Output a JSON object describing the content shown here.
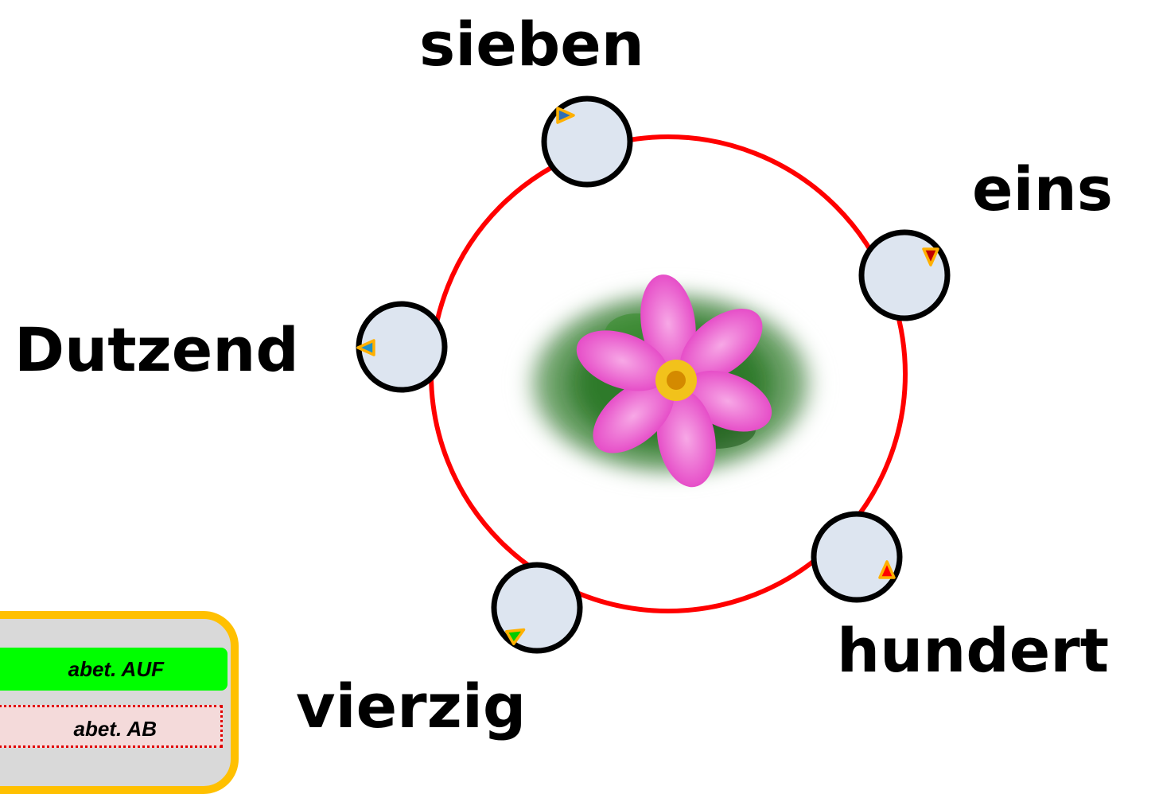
{
  "center_image": "flower-photo",
  "colors": {
    "ring": "#ff0000",
    "node_fill": "#dde5f0",
    "node_stroke": "#000000",
    "arrow_outline": "#ffb000",
    "legend_border": "#ffc000",
    "legend_up": "#00ff00",
    "legend_down": "#f4dada"
  },
  "nodes": [
    {
      "label": "sieben",
      "marker_color": "#2e6fb5"
    },
    {
      "label": "eins",
      "marker_color": "#c00000"
    },
    {
      "label": "hundert",
      "marker_color": "#ff0000"
    },
    {
      "label": "vierzig",
      "marker_color": "#00cc00"
    },
    {
      "label": "Dutzend",
      "marker_color": "#1e90c8"
    }
  ],
  "legend": {
    "up_label": "abet. AUF",
    "down_label": "abet. AB"
  }
}
